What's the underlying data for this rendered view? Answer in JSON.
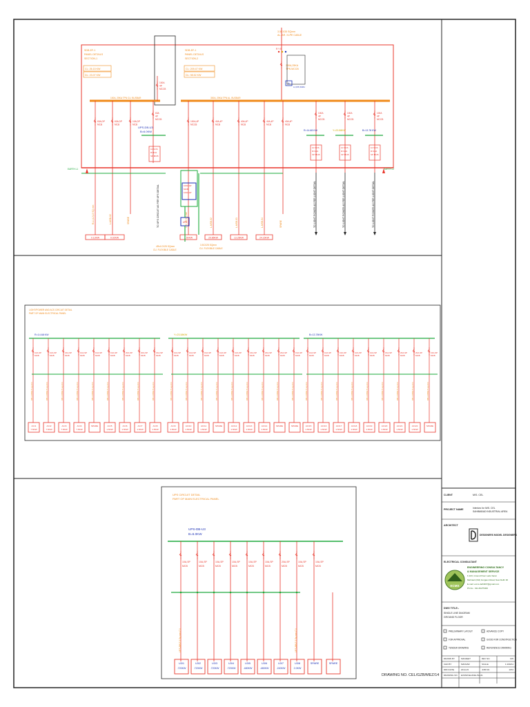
{
  "panel1": {
    "lhs": {
      "name": "SDB-EF-1",
      "sub": "PANEL DETAILS",
      "section": "SECTION-1",
      "cl": "CL: 26.15 KW",
      "dl": "DL: 23.07 KW"
    },
    "rhs": {
      "name": "SDB-EF-1",
      "sub": "PANEL DETAILS",
      "section": "SECTION-2",
      "cl": "CL: 209.47 KW",
      "dl": "DL: 98.52 KW"
    },
    "incomer_cable": "3.5CX35 SQmm",
    "incomer_cable2": "AL. AR. XLPE CABLE",
    "incomer_ry": "R Y B",
    "incomer_tpn": "250A,25KA",
    "incomer_mccb": "TPN MCCB",
    "meter": "A",
    "meter2": "A,V,PF,KWH",
    "lhs_bus": "100A, 25KA TPN CU. BUSBAR",
    "rhs_bus": "300A, 25KA TPN AL. BUSBAR",
    "tie_mccb": [
      "100A",
      "4P",
      "MCCB"
    ],
    "ups_label": "UPS-DB-U3",
    "ups_b": "B=6.0KW",
    "ups_mccb": [
      "63A",
      "4P",
      "MCCB"
    ],
    "lhs_mcb": [
      [
        "63A,DP",
        "MCB"
      ],
      [
        "63A,DP",
        "MCB"
      ],
      [
        "10A,DP",
        "MCB"
      ]
    ],
    "rhs_mcb": [
      [
        "100A,4P",
        "MCCB"
      ],
      [
        "40A,4P",
        "MCB"
      ],
      [
        "40A,4P",
        "MCB"
      ],
      [
        "40A,4P",
        "MCB"
      ],
      [
        "40A,4P",
        "MCB"
      ]
    ],
    "tpn_mccb": [
      [
        "100A",
        "4P",
        "MCCB"
      ],
      [
        "100A",
        "4P",
        "MCCB"
      ],
      [
        "100A",
        "4P",
        "MCCB"
      ]
    ],
    "tpn_b": [
      "R=14.68 KW",
      "Y=23.58KW",
      "B=13.78 KW"
    ],
    "ssbox": [
      "10 NOS",
      "R=10A",
      "SP MCB"
    ],
    "earth_l": "EARTH L1",
    "earth_r": "EARTH L2",
    "ups_vert": "TO UPS CIRCUIT AS PER UPS DETAIL",
    "light_vert": [
      "TO LIGHT POWER AS PER LIGHT DETAIL",
      "TO LIGHT POWER AS PER LIGHT DETAIL",
      "TO LIGHT POWER AS PER LIGHT DETAIL"
    ],
    "lhs_vert": [
      "R-L1,L2,L3 SQ.mm",
      "L-MSB-02",
      "SPARE"
    ],
    "rhs_vert": [
      "1-R,Y,B SQ.mm",
      "L-MSB-02",
      "L-MSB-03",
      "L-MSB-04",
      "SPARE"
    ],
    "lhs_loads": [
      "0.13KW",
      "0.02KW"
    ],
    "rhs_loads": [
      "1.50KW",
      "20.85KW",
      "13.25KW",
      "24.15KW"
    ],
    "ats_box": [
      "100A,4P",
      "MCB",
      "100A,4P"
    ],
    "ups_box": "UPS",
    "cable1": "4Rx1CX25 SQmm",
    "cable1b": "CU. FLEXIBLE CABLE",
    "cable2": "3.5CX25 SQmm",
    "cable2b": "CU. FLEXIBLE CABLE"
  },
  "panel2": {
    "title1": "LIGHT/POWER AND ACS CIRCUIT DETAIL",
    "title2": "PART OF MAIN ELECTRICAL PANEL",
    "groups": [
      {
        "bus": "R=14.68 KW",
        "mcb": [
          "10A,SP",
          "10A,SP",
          "16A,SP",
          "10A,SP",
          "10A,SP",
          "16A,SP",
          "20A,SP",
          "20A,SP",
          "16A,SP"
        ],
        "loads": [
          [
            "AC/1",
            "7.5KW"
          ],
          [
            "AC/2",
            "7.5KW"
          ],
          [
            "AC/3",
            "7.5KW"
          ],
          [
            "AC/4",
            "7.5KW"
          ],
          [
            "SPARE",
            ""
          ],
          [
            "AC/5",
            "1.5KW"
          ],
          [
            "AC/6",
            "1.5KW"
          ],
          [
            "AC/7",
            "1.5KW"
          ],
          [
            "AC/8",
            "1.5KW"
          ]
        ]
      },
      {
        "bus": "Y=23.58KW",
        "mcb": [
          "10A,SP",
          "10A,SP",
          "16A,SP",
          "10A,SP",
          "10A,SP",
          "16A,SP",
          "20A,SP",
          "20A,SP",
          "16A,SP"
        ],
        "loads": [
          [
            "AC/9",
            "1.5KW"
          ],
          [
            "AC/10",
            "1.5KW"
          ],
          [
            "AC/11",
            "1.5KW"
          ],
          [
            "SPARE",
            ""
          ],
          [
            "AC/12",
            "1.5KW"
          ],
          [
            "AC/13",
            "1.5KW"
          ],
          [
            "AC/14",
            "1.5KW"
          ],
          [
            "SPARE",
            ""
          ],
          [
            "SPARE",
            ""
          ]
        ]
      },
      {
        "bus": "B=13.78KW",
        "mcb": [
          "10A,SP",
          "10A,SP",
          "16A,SP",
          "10A,SP",
          "10A,SP",
          "16A,SP",
          "20A,SP",
          "20A,SP",
          "16A,SP"
        ],
        "loads": [
          [
            "AC/15",
            "1.5KW"
          ],
          [
            "AC/16",
            "1.5KW"
          ],
          [
            "AC/17",
            "1.5KW"
          ],
          [
            "AC/18",
            "1.5KW"
          ],
          [
            "AC/19",
            "1.5KW"
          ],
          [
            "AC/20",
            "1.5KW"
          ],
          [
            "AC/21",
            "1.5KW"
          ],
          [
            "AC/22",
            "1.5KW"
          ],
          [
            "SPARE",
            ""
          ]
        ]
      }
    ]
  },
  "panel3": {
    "title1": "UPS CIRCUIT DETAIL",
    "title2": "PART OF MAIN ELECTRICAL PANEL",
    "bus1": "UPS-DB-U3",
    "bus2": "B=6.0KW",
    "mcb": [
      "10A,SP",
      "10A,SP",
      "10A,SP",
      "10A,SP",
      "10A,SP",
      "10A,SP",
      "20A,SP",
      "10A,SP",
      "10A,SP"
    ],
    "loads": [
      [
        "U3/1",
        ".720KW"
      ],
      [
        "U3/2",
        ".720KW"
      ],
      [
        "U3/3",
        ".720KW"
      ],
      [
        "U3/4",
        ".720KW"
      ],
      [
        "U3/5",
        ".480KW"
      ],
      [
        "U3/6",
        ".480KW"
      ],
      [
        "U3/7",
        ".240KW"
      ],
      [
        "U3/8",
        "2.0KW"
      ],
      [
        "SPARE",
        ""
      ],
      [
        "SPARE",
        ""
      ]
    ],
    "drawing_no_label": "DRAWING NO.",
    "drawing_no": "CEL/GZB/MEZ/14"
  },
  "titleblock": {
    "client_label": "CLIENT",
    "client": "M/S. CEL",
    "project_label": "PROJECT NAME",
    "project1": "Interiors for M/S. CEL",
    "project2": "SAHIBABAD INDUSTRIAL AREA",
    "architect_label": "ARCHITECT",
    "architect_name": "DESIGNERS MODEL DESIGNERS",
    "consultant_label": "ELECTRICAL CONSULTANT",
    "consultant1": "ENGINEERING CONSULTANCY",
    "consultant2": "& MANAGEMENT SERVICE",
    "consultant3": "F-103, Ground Floor Lado Sarai",
    "consultant4": "Mehrauli (Old) Gurgaon Road, New Delhi 30",
    "consultant5": "E-mail: ecms.delhi007@gmail.com",
    "consultant6": "Ph.No.: 011-66275306",
    "logo_text": "ECMS",
    "dwg_title_label": "DWG TITLE:-",
    "dwg_title1": "SINGLE LINE DIAGRAM",
    "dwg_title2": "GROUND FLOOR",
    "checks": [
      [
        "PRELIMINARY LAYOUT",
        "ADVANCE COPY"
      ],
      [
        "FOR APPROVAL",
        "GOOD FOR CONSTRUCTION"
      ],
      [
        "TENDER DRAWING",
        "REFERENCE DRAWING"
      ]
    ],
    "rows": [
      [
        "DRAWN BY",
        "MANJEET",
        "REV NO.",
        "R/0"
      ],
      [
        "CHD BY",
        "MANVAR",
        "SCALE",
        "1:100/A1"
      ],
      [
        "DRN DATE",
        "2014-15",
        "JOB NO.",
        "1072"
      ],
      [
        "DRAWING NO.",
        "ECMS/CEL/D/EL/SL-01",
        "",
        ""
      ]
    ]
  },
  "colors": {
    "red": "#e8352a",
    "orange": "#f08a1a",
    "green": "#1aa83a",
    "blue": "#1a2fb5",
    "yellow": "#d4a800"
  }
}
